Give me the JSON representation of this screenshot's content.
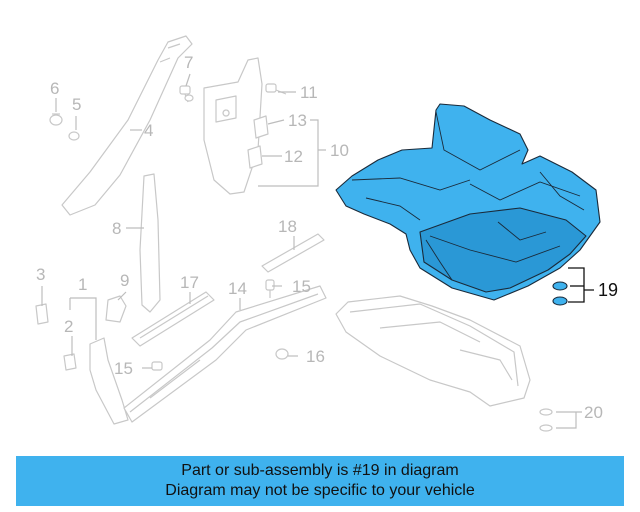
{
  "callouts": {
    "c1": "1",
    "c2": "2",
    "c3": "3",
    "c4": "4",
    "c5": "5",
    "c6": "6",
    "c7": "7",
    "c8": "8",
    "c9": "9",
    "c10": "10",
    "c11": "11",
    "c12": "12",
    "c13": "13",
    "c14": "14",
    "c15a": "15",
    "c15b": "15",
    "c16": "16",
    "c17": "17",
    "c18": "18",
    "c19": "19",
    "c20": "20"
  },
  "highlighted_part": "19",
  "banner": {
    "line1": "Part or sub-assembly is #19 in diagram",
    "line2": "Diagram may not be specific to your vehicle"
  },
  "colors": {
    "highlight": "#3fb2ee",
    "ghost": "#c8c8c8",
    "banner": "#3fb2ee"
  }
}
